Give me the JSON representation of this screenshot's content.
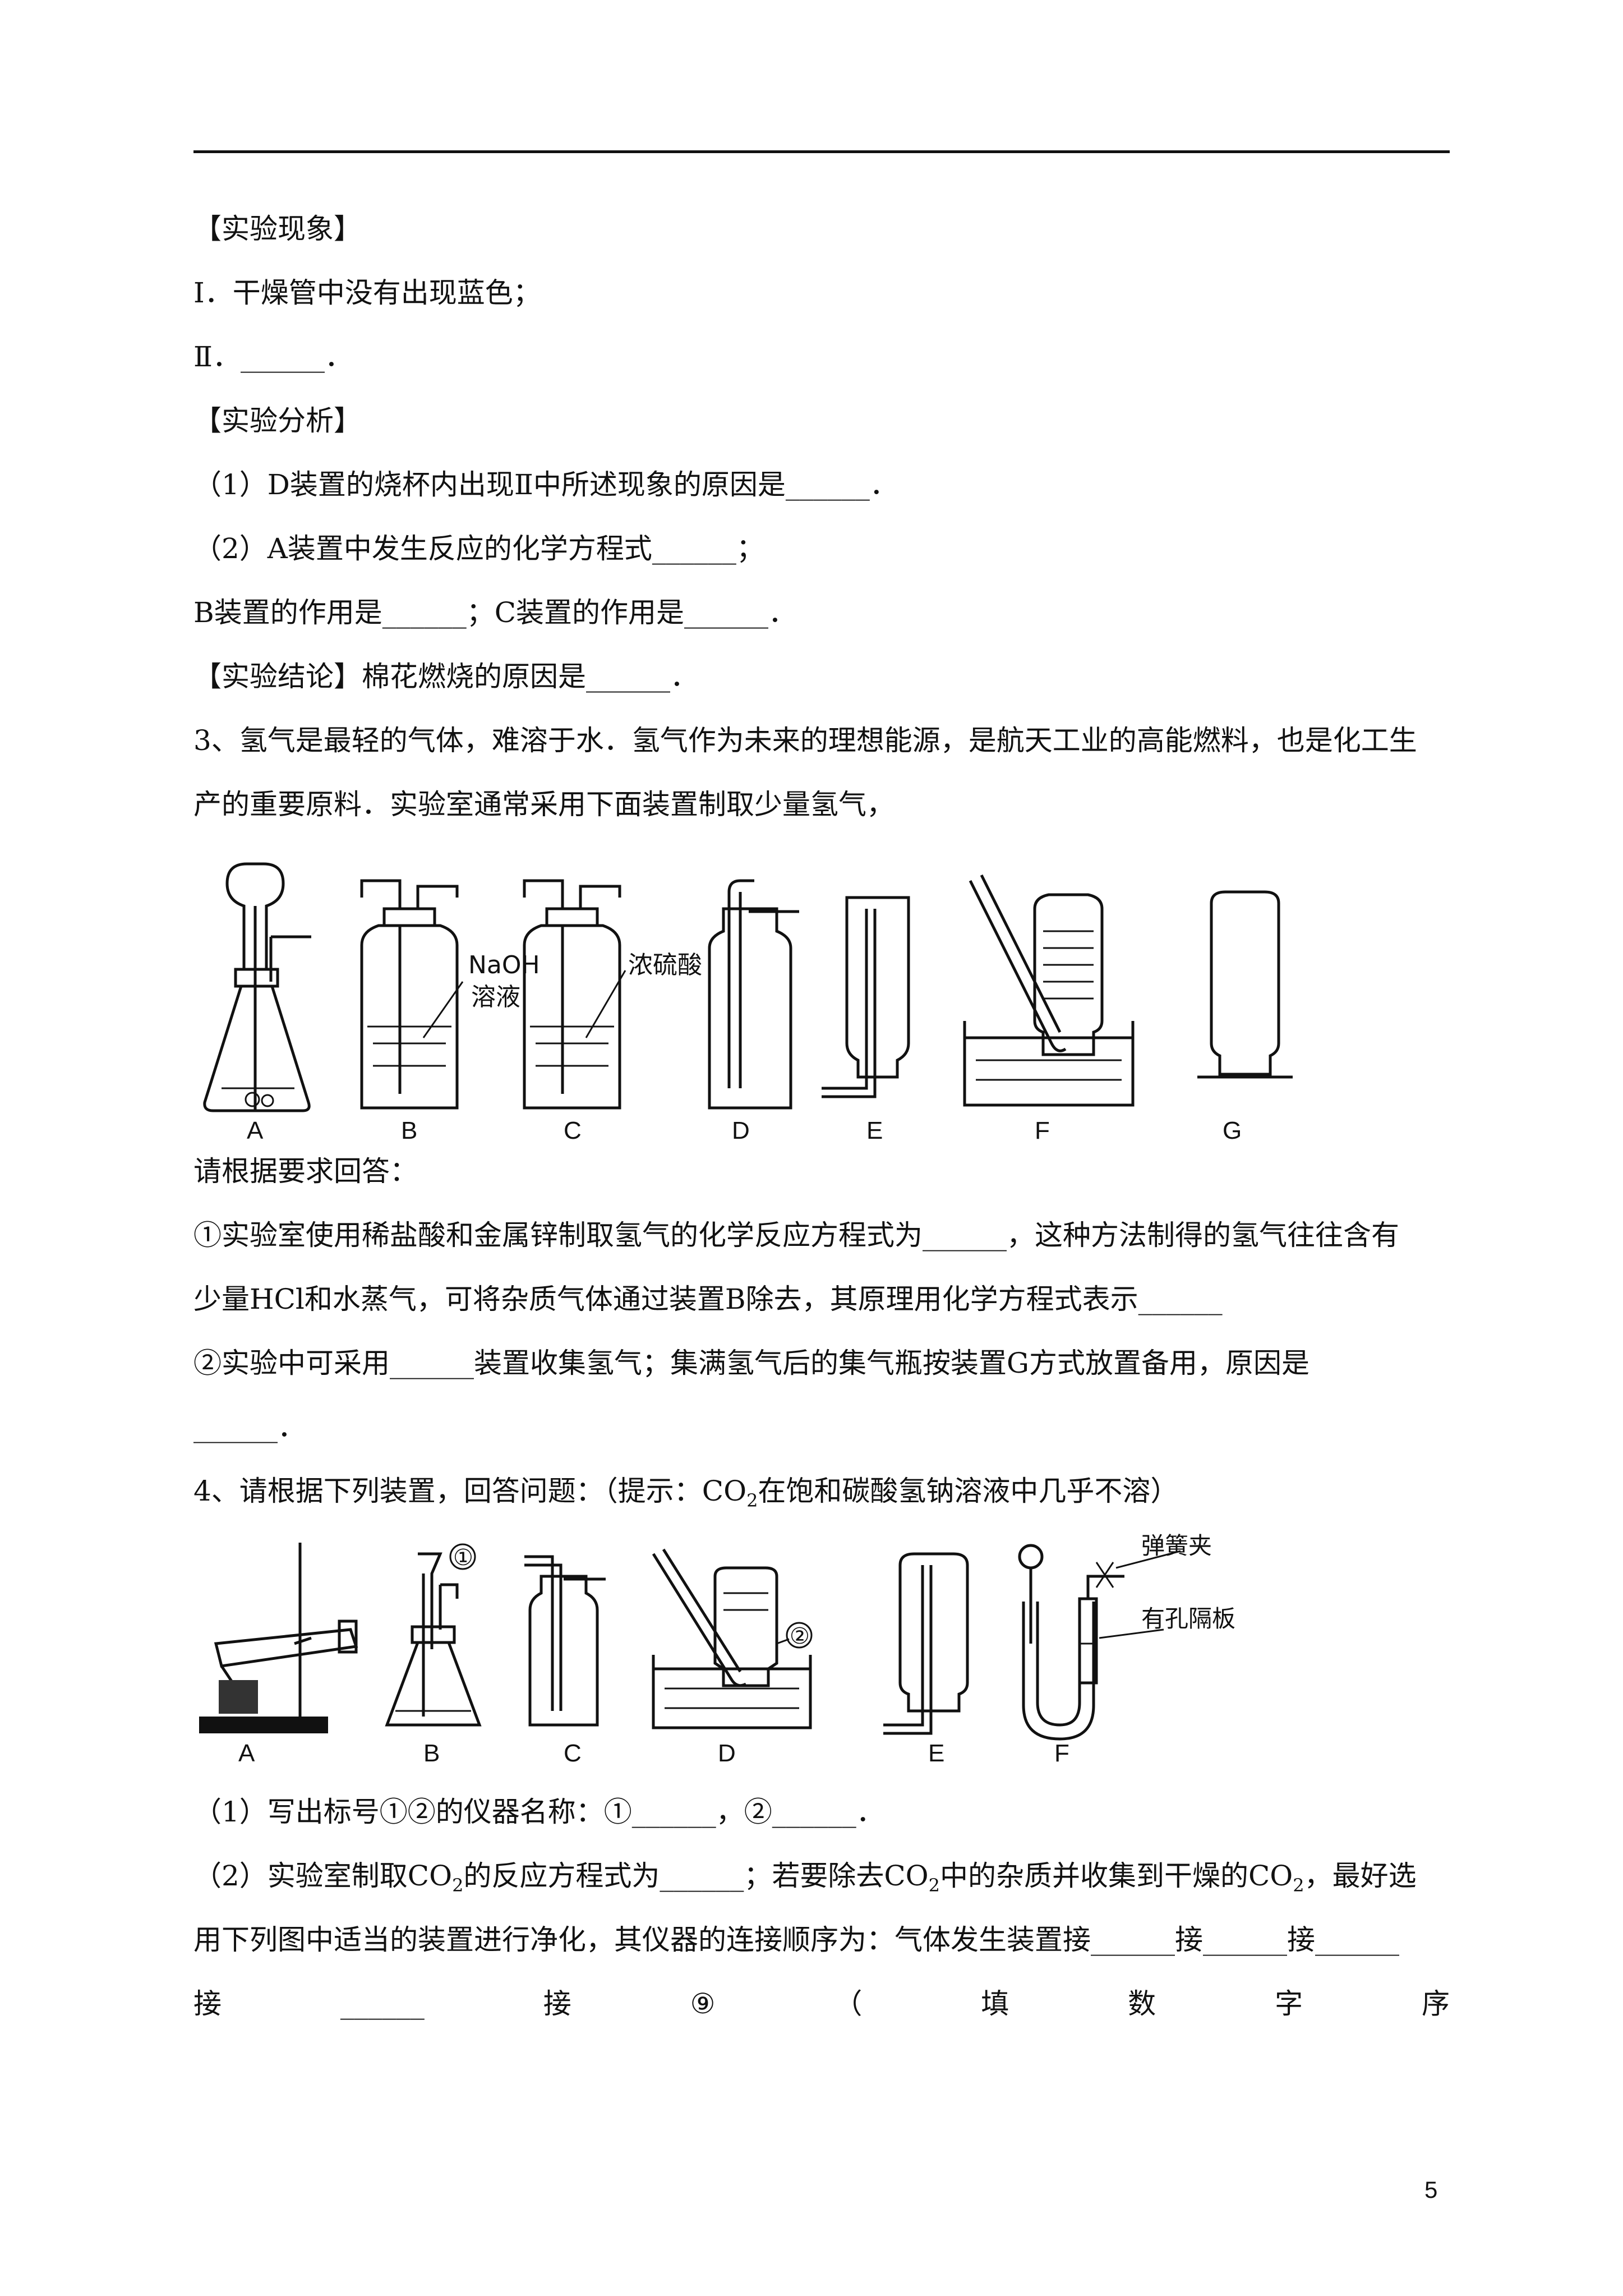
{
  "lines": {
    "l1": "【实验现象】",
    "l2": "Ⅰ．干燥管中没有出现蓝色；",
    "l3": "Ⅱ．______．",
    "l4": "【实验分析】",
    "l5": "（1）D装置的烧杯内出现Ⅱ中所述现象的原因是______．",
    "l6": "（2）A装置中发生反应的化学方程式______；",
    "l7": "B装置的作用是______；C装置的作用是______．",
    "l8": "【实验结论】棉花燃烧的原因是______．",
    "l9": "3、氢气是最轻的气体，难溶于水．氢气作为未来的理想能源，是航天工业的高能燃料，也是化工生",
    "l10": "产的重要原料．实验室通常采用下面装置制取少量氢气，",
    "l11": "请根据要求回答：",
    "l12": "①实验室使用稀盐酸和金属锌制取氢气的化学反应方程式为______，这种方法制得的氢气往往含有",
    "l13": "少量HCl和水蒸气，可将杂质气体通过装置B除去，其原理用化学方程式表示______",
    "l14": "②实验中可采用______装置收集氢气；集满氢气后的集气瓶按装置G方式放置备用，原因是",
    "l15": "______．",
    "l16a": "4、请根据下列装置，回答问题：（提示：CO",
    "l16b": "在饱和碳酸氢钠溶液中几乎不溶）",
    "l17": "（1）写出标号①②的仪器名称：①______，②______．",
    "l18a": "（2）实验室制取CO",
    "l18b": "的反应方程式为______；若要除去CO",
    "l18c": "中的杂质并收集到干燥的CO",
    "l18d": "，最好选",
    "l19": "用下列图中适当的装置进行净化，其仪器的连接顺序为：气体发生装置接______接______接______",
    "sub2": "2"
  },
  "last_line": [
    "接",
    "______",
    "接",
    "⑨",
    "（",
    "填",
    "数",
    "字",
    "序"
  ],
  "figure1": {
    "labels": [
      "A",
      "B",
      "C",
      "D",
      "E",
      "F",
      "G"
    ],
    "naoh_label_1": "NaOH",
    "naoh_label_2": "溶液",
    "acid_label": "浓硫酸"
  },
  "figure2": {
    "labels": [
      "A",
      "B",
      "C",
      "D",
      "E",
      "F"
    ],
    "mark1": "①",
    "mark2": "②",
    "clip_label": "弹簧夹",
    "plate_label": "有孔隔板"
  },
  "page_number": "5"
}
